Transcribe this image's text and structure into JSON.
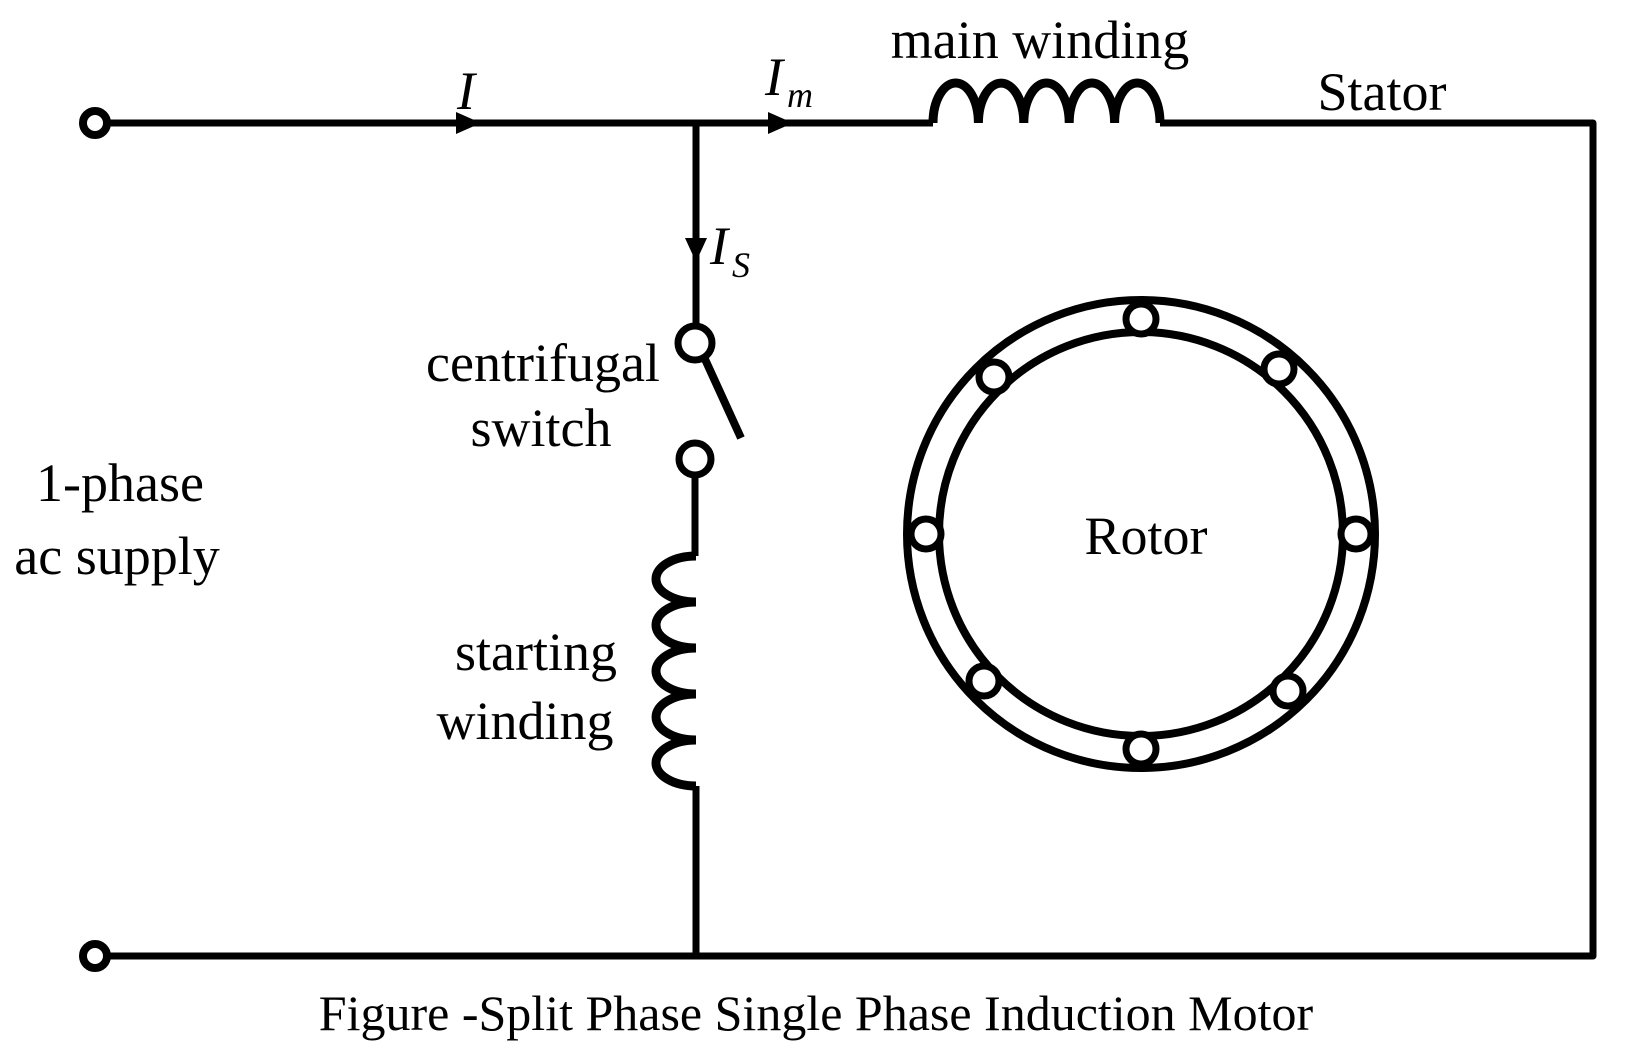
{
  "colors": {
    "ink": "#000000",
    "background": "#ffffff"
  },
  "supply": {
    "label_line1": "1-phase",
    "label_line2": "ac supply"
  },
  "currents": {
    "total": "I",
    "main": {
      "base": "I",
      "sub": "m"
    },
    "starting": {
      "base": "I",
      "sub": "S"
    }
  },
  "windings": {
    "main": "main winding",
    "starting_line1": "starting",
    "starting_line2": "winding"
  },
  "switch": {
    "label_line1": "centrifugal",
    "label_line2": "switch"
  },
  "stator": "Stator",
  "rotor": "Rotor",
  "caption": "Figure -Split Phase Single Phase Induction Motor"
}
